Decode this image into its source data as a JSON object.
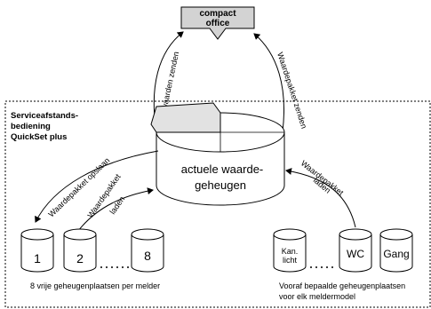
{
  "office": {
    "line1": "compact",
    "line2": "office"
  },
  "remote": {
    "line1": "Serviceafstands-",
    "line2": "bediening",
    "line3": "QuickSet plus"
  },
  "memory": {
    "line1": "actuele waarde-",
    "line2": "geheugen"
  },
  "arrows": {
    "settings_send": "Instelwaarden zenden",
    "package_send": "Waardepakket zenden",
    "package_save": "Waardepakket opslaan",
    "package_load_left_1": "Waardepakket",
    "package_load_left_2": "laden",
    "package_load_right_1": "Waardepakket",
    "package_load_right_2": "laden"
  },
  "free_slots": {
    "labels": [
      "1",
      "2",
      "8"
    ],
    "caption": "8 vrije geheugenplaatsen per melder"
  },
  "preset_slots": {
    "labels": [
      "Kan.",
      "licht",
      "WC",
      "Gang"
    ],
    "caption_line1": "Vooraf bepaalde geheugenplaatsen",
    "caption_line2": "voor elk meldermodel"
  },
  "colors": {
    "office_box": "#d3d3d3",
    "lid_flap": "#e2e2e2",
    "line": "#000000"
  }
}
